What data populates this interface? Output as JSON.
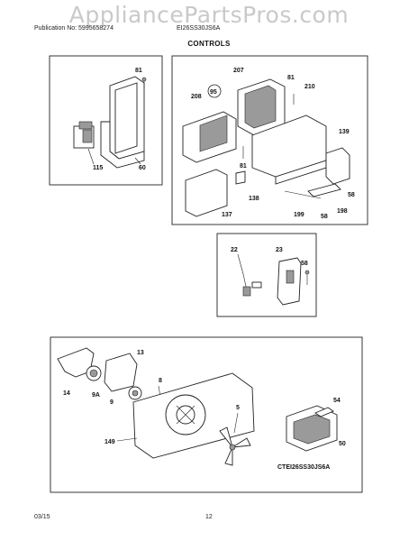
{
  "watermark": "AppliancePartsPros.com",
  "header": {
    "publication": "Publication No: 5995658274",
    "model": "EI26SS30JS6A"
  },
  "section_title": "CONTROLS",
  "footer": {
    "date": "03/15",
    "page": "12"
  },
  "model_code": "CTEI26SS30JS6A",
  "callouts": {
    "g1_81": "81",
    "g1_115": "115",
    "g1_60": "60",
    "g2_207": "207",
    "g2_95": "95",
    "g2_208": "208",
    "g2_81a": "81",
    "g2_210": "210",
    "g2_139": "139",
    "g2_81b": "81",
    "g2_138": "138",
    "g2_137": "137",
    "g2_199": "199",
    "g2_58a": "58",
    "g2_58b": "58",
    "g2_198": "198",
    "g3_22": "22",
    "g3_23": "23",
    "g3_58": "58",
    "g4_13": "13",
    "g4_14": "14",
    "g4_9a": "9A",
    "g4_9": "9",
    "g4_8": "8",
    "g4_149": "149",
    "g4_5": "5",
    "g4_54": "54",
    "g4_50": "50"
  }
}
